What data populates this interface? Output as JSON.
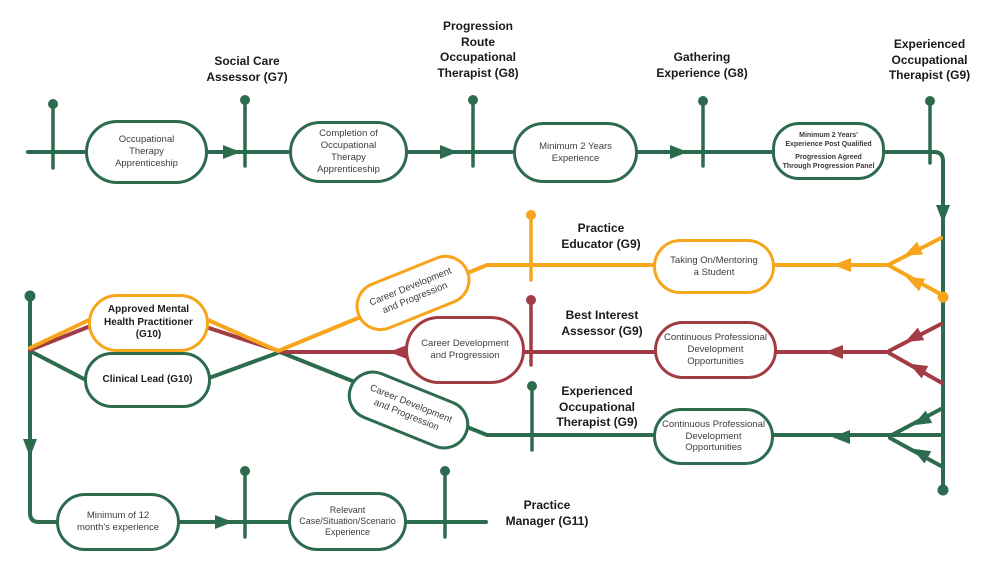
{
  "colors": {
    "green": "#2D6B4F",
    "amber": "#F6A51C",
    "red": "#A33B44"
  },
  "diagram": {
    "stations": {
      "social_care": "Social Care\nAssessor (G7)",
      "progression_route": "Progression\nRoute\nOccupational\nTherapist (G8)",
      "gathering": "Gathering\nExperience (G8)",
      "experienced_top": "Experienced\nOccupational\nTherapist (G9)",
      "practice_educator": "Practice\nEducator (G9)",
      "best_interest": "Best Interest\nAssessor (G9)",
      "experienced_mid": "Experienced\nOccupational\nTherapist (G9)",
      "practice_manager": "Practice\nManager (G11)"
    },
    "nodes": {
      "ot_apprenticeship": "Occupational\nTherapy\nApprenticeship",
      "completion": "Completion of\nOccupational\nTherapy\nApprenticeship",
      "min_2_years": "Minimum 2 Years\nExperience",
      "min_2_years_post_a": "Minimum 2 Years'\nExperience Post Qualified",
      "min_2_years_post_b": "Progression Agreed\nThrough Progression Panel",
      "amhp": "Approved Mental\nHealth Practitioner\n(G10)",
      "clinical_lead": "Clinical Lead (G10)",
      "cdp_amber": "Career Development\nand Progression",
      "cdp_red": "Career Development\nand Progression",
      "cdp_green": "Career Development\nand Progression",
      "taking_on": "Taking On/Mentoring\na Student",
      "cpd_red": "Continuous Professional\nDevelopment\nOpportunities",
      "cpd_green": "Continuous Professional\nDevelopment\nOpportunities",
      "min_12_months": "Minimum of 12\nmonth's experience",
      "relevant_case": "Relevant\nCase/Situation/Scenario\nExperience"
    }
  }
}
